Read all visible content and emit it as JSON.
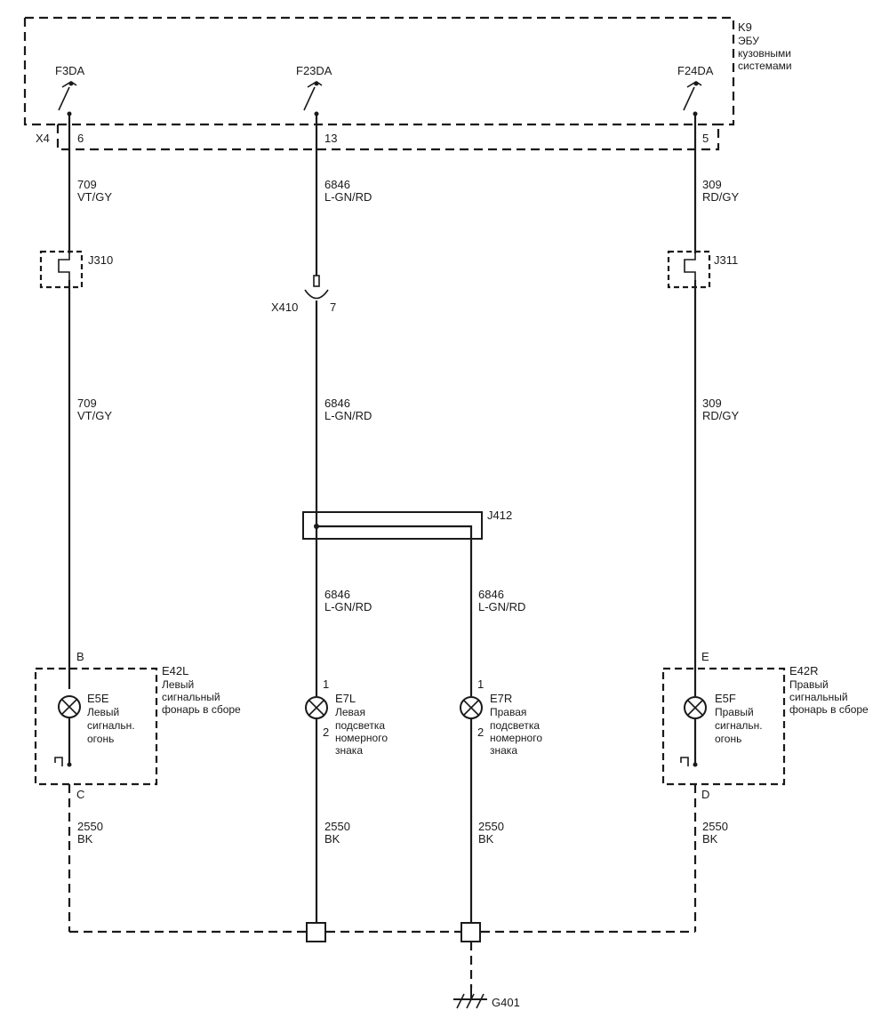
{
  "module": {
    "code": "K9",
    "name_lines": [
      "ЭБУ",
      "кузовными",
      "системами"
    ],
    "connector": "X4"
  },
  "fuses": [
    {
      "id": "F3DA",
      "pin": "6"
    },
    {
      "id": "F23DA",
      "pin": "13"
    },
    {
      "id": "F24DA",
      "pin": "5"
    }
  ],
  "wires": {
    "left_top": {
      "num": "709",
      "color": "VT/GY"
    },
    "left_mid": {
      "num": "709",
      "color": "VT/GY"
    },
    "center_top": {
      "num": "6846",
      "color": "L-GN/RD"
    },
    "center_mid": {
      "num": "6846",
      "color": "L-GN/RD"
    },
    "center_low": {
      "num": "6846",
      "color": "L-GN/RD"
    },
    "centerright_low": {
      "num": "6846",
      "color": "L-GN/RD"
    },
    "right_top": {
      "num": "309",
      "color": "RD/GY"
    },
    "right_mid": {
      "num": "309",
      "color": "RD/GY"
    },
    "ground_left": {
      "num": "2550",
      "color": "BK"
    },
    "ground_center": {
      "num": "2550",
      "color": "BK"
    },
    "ground_centerright": {
      "num": "2550",
      "color": "BK"
    },
    "ground_right": {
      "num": "2550",
      "color": "BK"
    }
  },
  "splices": {
    "j310": "J310",
    "j311": "J311",
    "j412": "J412"
  },
  "inline_connector": {
    "id": "X410",
    "pin": "7"
  },
  "lamps": {
    "e42l": {
      "code": "E42L",
      "desc_lines": [
        "Левый",
        "сигнальный",
        "фонарь в сборе"
      ],
      "pin_top": "B",
      "pin_bottom": "C",
      "bulb_code": "E5E",
      "bulb_lines": [
        "Левый",
        "сигнальн.",
        "огонь"
      ]
    },
    "e7l": {
      "code": "E7L",
      "desc_lines": [
        "Левая",
        "подсветка",
        "номерного",
        "знака"
      ],
      "pin_top": "1",
      "pin_bottom": "2"
    },
    "e7r": {
      "code": "E7R",
      "desc_lines": [
        "Правая",
        "подсветка",
        "номерного",
        "знака"
      ],
      "pin_top": "1",
      "pin_bottom": "2"
    },
    "e42r": {
      "code": "E42R",
      "desc_lines": [
        "Правый",
        "сигнальный",
        "фонарь в сборе"
      ],
      "pin_top": "E",
      "pin_bottom": "D",
      "bulb_code": "E5F",
      "bulb_lines": [
        "Правый",
        "сигнальн.",
        "огонь"
      ]
    }
  },
  "ground": {
    "id": "G401"
  }
}
